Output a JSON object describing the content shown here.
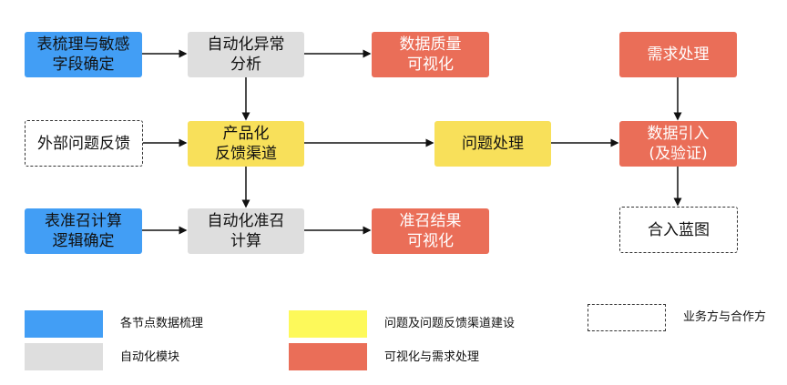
{
  "nodes": {
    "table_sort": {
      "label": "表梳理与敏感\n字段确定",
      "category": "blue"
    },
    "auto_anomaly": {
      "label": "自动化异常\n分析",
      "category": "gray"
    },
    "dq_visual": {
      "label": "数据质量\n可视化",
      "category": "red"
    },
    "requirement": {
      "label": "需求处理",
      "category": "red"
    },
    "external_feedback": {
      "label": "外部问题反馈",
      "category": "dashed"
    },
    "feedback_channel": {
      "label": "产品化\n反馈渠道",
      "category": "yellow"
    },
    "issue_handling": {
      "label": "问题处理",
      "category": "yellow"
    },
    "data_import": {
      "label": "数据引入\n(及验证)",
      "category": "red"
    },
    "recall_logic": {
      "label": "表准召计算\n逻辑确定",
      "category": "blue"
    },
    "auto_recall": {
      "label": "自动化准召\n计算",
      "category": "gray"
    },
    "recall_visual": {
      "label": "准召结果\n可视化",
      "category": "red"
    },
    "blueprint": {
      "label": "合入蓝图",
      "category": "dashed"
    }
  },
  "edges": [
    [
      "table_sort",
      "auto_anomaly"
    ],
    [
      "auto_anomaly",
      "dq_visual"
    ],
    [
      "auto_anomaly",
      "feedback_channel"
    ],
    [
      "external_feedback",
      "feedback_channel"
    ],
    [
      "feedback_channel",
      "issue_handling"
    ],
    [
      "feedback_channel",
      "auto_recall"
    ],
    [
      "issue_handling",
      "data_import"
    ],
    [
      "requirement",
      "data_import"
    ],
    [
      "data_import",
      "blueprint"
    ],
    [
      "recall_logic",
      "auto_recall"
    ],
    [
      "auto_recall",
      "recall_visual"
    ]
  ],
  "legend": [
    {
      "label": "各节点数据梳理",
      "color": "#429ef5"
    },
    {
      "label": "自动化模块",
      "color": "#dedede"
    },
    {
      "label": "问题及问题反馈渠道建设",
      "color": "#fdf95a"
    },
    {
      "label": "可视化与需求处理",
      "color": "#ea6e58"
    },
    {
      "label": "业务方与合作方",
      "style": "dashed"
    }
  ]
}
